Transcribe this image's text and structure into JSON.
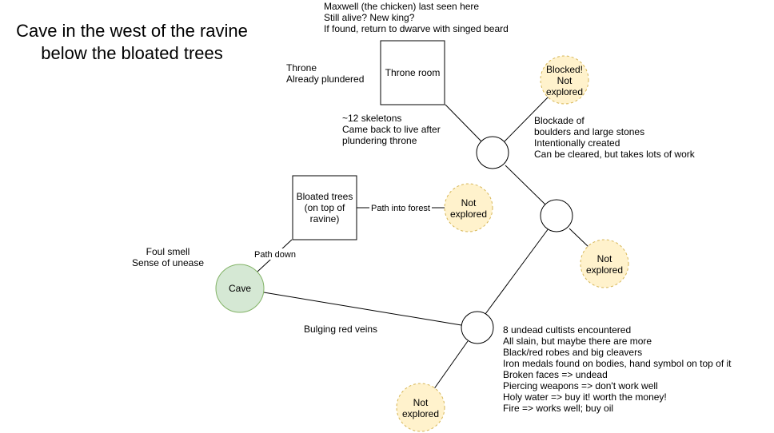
{
  "title": {
    "line1": "Cave in the west of the ravine",
    "line2": "below the bloated trees"
  },
  "colors": {
    "stroke": "#000000",
    "start_fill": "#d5e8d4",
    "start_stroke": "#82b366",
    "unexplored_fill": "#fff2cc",
    "unexplored_stroke": "#d6b656"
  },
  "nodes": {
    "cave": {
      "label": "Cave"
    },
    "bloated_trees": {
      "lines": [
        "Bloated trees",
        "(on top of",
        "ravine)"
      ]
    },
    "throne_room": {
      "label": "Throne room"
    },
    "blocked": {
      "lines": [
        "Blocked!",
        "Not",
        "explored"
      ]
    },
    "not_explored_forest": {
      "lines": [
        "Not",
        "explored"
      ]
    },
    "not_explored_right": {
      "lines": [
        "Not",
        "explored"
      ]
    },
    "not_explored_bottom": {
      "lines": [
        "Not",
        "explored"
      ]
    }
  },
  "edge_labels": {
    "path_down": "Path down",
    "path_into_forest": "Path into forest",
    "bulging_red_veins": "Bulging red veins"
  },
  "notes": {
    "cave": [
      "Foul smell",
      "Sense of unease"
    ],
    "throne": [
      "Throne",
      "Already plundered"
    ],
    "chicken": [
      "Maxwell (the chicken) last seen here",
      "Still alive? New king?",
      "If found, return to dwarve with singed beard"
    ],
    "skeletons": [
      "~12 skeletons",
      "Came back to live after",
      "plundering throne"
    ],
    "blockade": [
      "Blockade of",
      "boulders and large stones",
      "Intentionally created",
      "Can be cleared, but takes lots of work"
    ],
    "cultists": [
      "8 undead cultists encountered",
      "All slain, but maybe there are more",
      "Black/red robes and big cleavers",
      "Iron medals found on bodies, hand symbol on top of it",
      "Broken faces => undead",
      "Piercing weapons => don't work well",
      "Holy water => buy it! worth the money!",
      "Fire => works well; buy oil"
    ]
  }
}
